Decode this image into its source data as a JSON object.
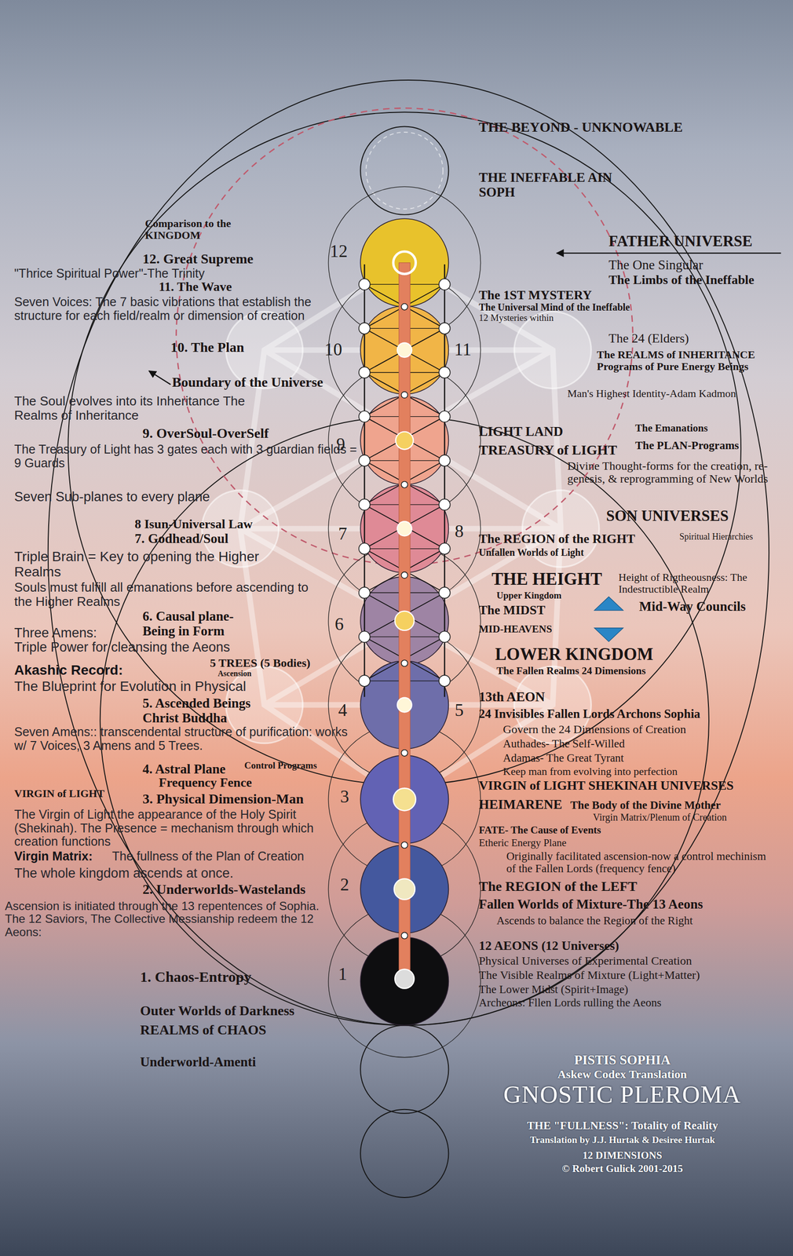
{
  "diagram": {
    "title": "GNOSTIC PLEROMA",
    "labels": [
      "Comparison to the KINGDOM",
      "12. Great Supreme",
      "\"Thrice Spiritual Power\"-The Trinity",
      "11. The Wave",
      "Seven Voices: The 7 basic vibrations that establish the structure for each field/realm or dimension of creation",
      "10. The Plan",
      "Boundary of the Universe",
      "The Soul evolves into its Inheritance The Realms of Inheritance",
      "9. OverSoul-OverSelf",
      "The Treasury of Light has 3 gates each with 3 guardian fields = 9 Guards",
      "Seven Sub-planes to every plane",
      "8 Isun-Universal Law",
      "7. Godhead/Soul",
      "Triple Brain = Key to opening the Higher Realms",
      "Souls must fulfill all emanations before ascending to the Higher Realms",
      "6. Causal plane- Being in Form",
      "Three Amens:",
      "Triple Power for cleansing the Aeons",
      "5 TREES (5 Bodies)",
      "Ascension",
      "Akashic Record:",
      "The Blueprint for Evolution in Physical",
      "5. Ascended Beings Christ Buddha",
      "Seven Amens:: transcendental structure of purification: works w/ 7 Voices, 3 Amens and 5 Trees.",
      "4. Astral Plane",
      "Control Programs",
      "Frequency Fence",
      "VIRGIN of LIGHT",
      "3. Physical Dimension-Man",
      "The Virgin of Light the appearance of the Holy Spirit (Shekinah). The Presence = mechanism through which creation functions",
      "Virgin Matrix:",
      "The fullness of the Plan of Creation",
      "The whole kingdom ascends at once.",
      "2. Underworlds-Wastelands",
      "Ascension is initiated through the 13 repentences of Sophia. The 12 Saviors, The Collective Messianship redeem the 12 Aeons:",
      "1. Chaos-Entropy",
      "Outer Worlds of Darkness",
      "REALMS of CHAOS",
      "Underworld-Amenti",
      "12",
      "10",
      "11",
      "9",
      "7",
      "8",
      "6",
      "4",
      "5",
      "3",
      "2",
      "1",
      "THE BEYOND - UNKNOWABLE",
      "THE INEFFABLE AIN SOPH",
      "FATHER UNIVERSE",
      "The One Singular",
      "The Limbs of the Ineffable",
      "The 1ST MYSTERY",
      "The Universal Mind of the Ineffable",
      "12 Mysteries within",
      "The 24 (Elders)",
      "The REALMS of INHERITANCE Programs of Pure Energy Beings",
      "Man's Highest Identity-Adam Kadmon",
      "LIGHT LAND",
      "The Emanations",
      "TREASURY of LIGHT",
      "The PLAN-Programs",
      "Divine Thought-forms for the creation, re-genesis, & reprogramming of New Worlds",
      "SON UNIVERSES",
      "The REGION of the RIGHT",
      "Spiritual Hierarchies",
      "Unfallen Worlds of Light",
      "THE HEIGHT",
      "Height of Rigtheousness: The Indestructible Realm",
      "Upper Kingdom",
      "The MIDST",
      "Mid-Way Councils",
      "MID-HEAVENS",
      "LOWER KINGDOM",
      "The Fallen Realms 24 Dimensions",
      "13th AEON",
      "24 Invisibles Fallen Lords Archons Sophia",
      "Govern the 24 Dimensions of Creation",
      "Authades- The Self-Willed",
      "Adamas- The Great Tyrant",
      "Keep man from evolving into perfection",
      "VIRGIN of LIGHT SHEKINAH UNIVERSES",
      "HEIMARENE",
      "The Body of the Divine Mother",
      "Virgin Matrix/Plenum of Creation",
      "FATE- The Cause of Events",
      "Etheric Energy Plane",
      "Originally facilitated ascension-now a control mechinism of the Fallen Lords (frequency fence)",
      "The REGION of the LEFT",
      "Fallen Worlds of Mixture-The 13 Aeons",
      "Ascends to balance the Region of the Right",
      "12 AEONS (12 Universes)",
      "Physical Universes of Experimental Creation",
      "The Visible Realms of Mixture (Light+Matter)",
      "The Lower Midst (Spirit+Image)",
      "Archeons: Fllen Lords rulling the Aeons",
      "PISTIS SOPHIA",
      "Askew Codex Translation",
      "THE \"FULLNESS\": Totality of Reality",
      "Translation by J.J. Hurtak & Desiree Hurtak",
      "12 DIMENSIONS",
      "© Robert Gulick 2001-2015"
    ]
  }
}
